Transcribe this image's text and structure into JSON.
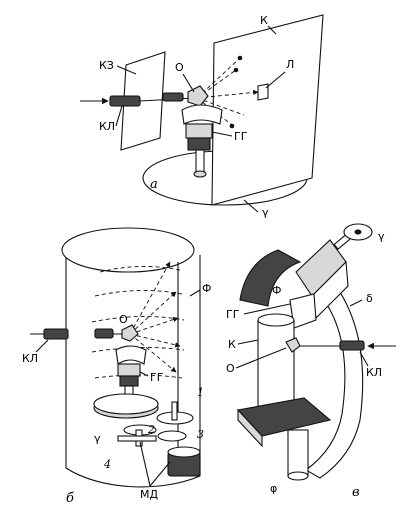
{
  "panel_a": {
    "label_kz": "КЗ",
    "label_kl": "КЛ",
    "label_o": "О",
    "label_k": "К",
    "label_l": "Л",
    "label_gg": "ГГ",
    "label_gamma": "γ",
    "caption": "а"
  },
  "panel_b": {
    "label_f": "Ф",
    "label_kl": "КЛ",
    "label_o": "О",
    "label_gg": "ГГ",
    "label_gamma": "γ",
    "label_1": "1",
    "label_2": "2",
    "label_3": "3",
    "label_4": "4",
    "label_md": "МД",
    "caption": "б"
  },
  "panel_v": {
    "label_gamma": "γ",
    "label_delta": "δ",
    "label_f": "Ф",
    "label_gg": "ГГ",
    "label_k": "К",
    "label_o": "О",
    "label_kl": "КЛ",
    "label_phi": "φ",
    "caption": "в"
  }
}
